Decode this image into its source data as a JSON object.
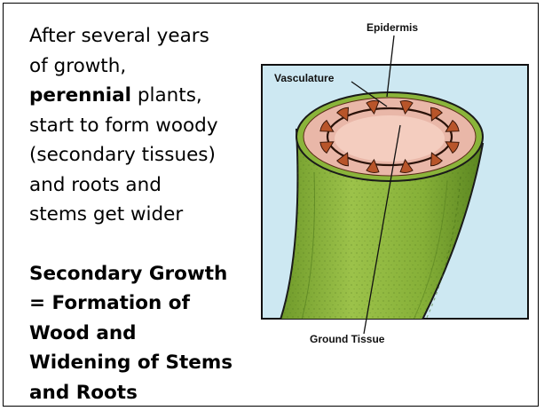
{
  "intro": {
    "line1": "After several years",
    "line2": "of growth,",
    "line3_bold": "perennial",
    "line3_rest": " plants,",
    "line4": "start to form woody",
    "line5": "(secondary tissues)",
    "line6": "and roots and",
    "line7": "stems get wider"
  },
  "heading": {
    "line1": "Secondary Growth",
    "line2": "= Formation of",
    "line3": "Wood and",
    "line4": "Widening of Stems",
    "line5": "and Roots"
  },
  "diagram": {
    "labels": {
      "epidermis": "Epidermis",
      "vasculature": "Vasculature",
      "ground_tissue": "Ground Tissue"
    },
    "colors": {
      "background": "#cde8f2",
      "stem_green": "#8ab43a",
      "stem_dark": "#5f8a22",
      "cortex_pink": "#e9b7a8",
      "pith_pink": "#f4cdbf",
      "vascular_brown": "#b8552a",
      "outline": "#1a1a1a"
    },
    "vascular_bundle_count": 12
  }
}
